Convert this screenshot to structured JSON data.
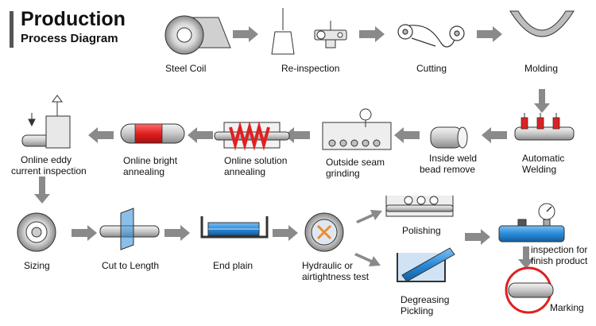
{
  "title": {
    "line1": "Production",
    "line2": "Process Diagram"
  },
  "steps": {
    "steel_coil": "Steel Coil",
    "re_inspection": "Re-inspection",
    "cutting": "Cutting",
    "molding": "Molding",
    "automatic_welding_1": "Automatic",
    "automatic_welding_2": "Welding",
    "inside_weld_1": "Inside weld",
    "inside_weld_2": "bead remove",
    "outside_seam_1": "Outside seam",
    "outside_seam_2": "grinding",
    "solution_annealing_1": "Online solution",
    "solution_annealing_2": "annealing",
    "bright_annealing_1": "Online bright",
    "bright_annealing_2": "annealing",
    "eddy_current_1": "Online eddy",
    "eddy_current_2": "current inspection",
    "sizing": "Sizing",
    "cut_to_length": "Cut to Length",
    "end_plain": "End plain",
    "hydraulic_1": "Hydraulic or",
    "hydraulic_2": "airtightness test",
    "polishing": "Polishing",
    "degreasing_1": "Degreasing",
    "degreasing_2": "Pickling",
    "finish_inspection_1": "inspection for",
    "finish_inspection_2": "finish product",
    "marking": "Marking"
  },
  "colors": {
    "arrow": "#8a8a8a",
    "red": "#e02020",
    "blue": "#2a8ad8",
    "gray": "#9a9a9a",
    "outline": "#333333"
  }
}
